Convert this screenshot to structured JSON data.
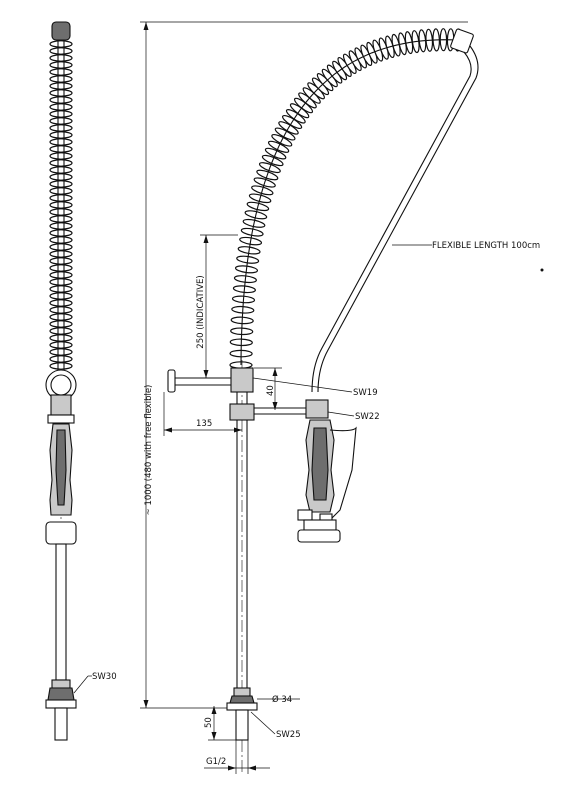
{
  "labels": {
    "flexible_length": "FLEXIBLE LENGTH 100cm",
    "overall_height": "~ 1000 (480 with free flexible)",
    "spring_height": "250 (INDICATIVE)",
    "arm_reach": "135",
    "spout_offset": "40",
    "wrench_sw19": "SW19",
    "wrench_sw22": "SW22",
    "wrench_sw30": "SW30",
    "wrench_sw25": "SW25",
    "diameter": "Ø 34",
    "shank_height": "50",
    "thread": "G1/2"
  }
}
